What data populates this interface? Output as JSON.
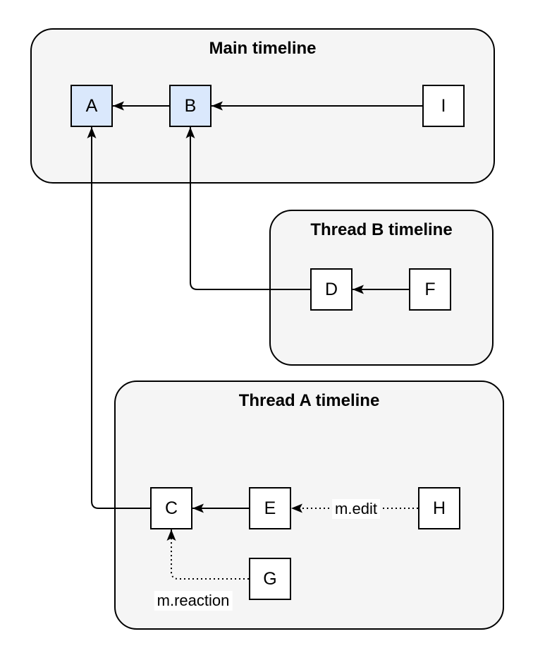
{
  "diagram": {
    "containers": [
      {
        "name": "main-timeline",
        "title": "Main timeline"
      },
      {
        "name": "thread-b-timeline",
        "title": "Thread B timeline"
      },
      {
        "name": "thread-a-timeline",
        "title": "Thread A timeline"
      }
    ],
    "nodes": [
      {
        "id": "A",
        "label": "A",
        "container": "main-timeline",
        "highlighted": true
      },
      {
        "id": "B",
        "label": "B",
        "container": "main-timeline",
        "highlighted": true
      },
      {
        "id": "I",
        "label": "I",
        "container": "main-timeline",
        "highlighted": false
      },
      {
        "id": "D",
        "label": "D",
        "container": "thread-b-timeline",
        "highlighted": false
      },
      {
        "id": "F",
        "label": "F",
        "container": "thread-b-timeline",
        "highlighted": false
      },
      {
        "id": "C",
        "label": "C",
        "container": "thread-a-timeline",
        "highlighted": false
      },
      {
        "id": "E",
        "label": "E",
        "container": "thread-a-timeline",
        "highlighted": false
      },
      {
        "id": "H",
        "label": "H",
        "container": "thread-a-timeline",
        "highlighted": false
      },
      {
        "id": "G",
        "label": "G",
        "container": "thread-a-timeline",
        "highlighted": false
      }
    ],
    "edges": [
      {
        "from": "B",
        "to": "A",
        "style": "solid",
        "label": ""
      },
      {
        "from": "I",
        "to": "B",
        "style": "solid",
        "label": ""
      },
      {
        "from": "D",
        "to": "B",
        "style": "solid",
        "label": ""
      },
      {
        "from": "F",
        "to": "D",
        "style": "solid",
        "label": ""
      },
      {
        "from": "E",
        "to": "C",
        "style": "solid",
        "label": ""
      },
      {
        "from": "C",
        "to": "A",
        "style": "solid",
        "label": ""
      },
      {
        "from": "H",
        "to": "E",
        "style": "dotted",
        "label": "m.edit"
      },
      {
        "from": "G",
        "to": "C",
        "style": "dotted",
        "label": "m.reaction"
      }
    ],
    "colors": {
      "highlight_fill": "#dae8fc",
      "node_fill": "#ffffff",
      "container_fill": "#f5f5f5",
      "stroke": "#000000",
      "background": "#ffffff"
    }
  }
}
